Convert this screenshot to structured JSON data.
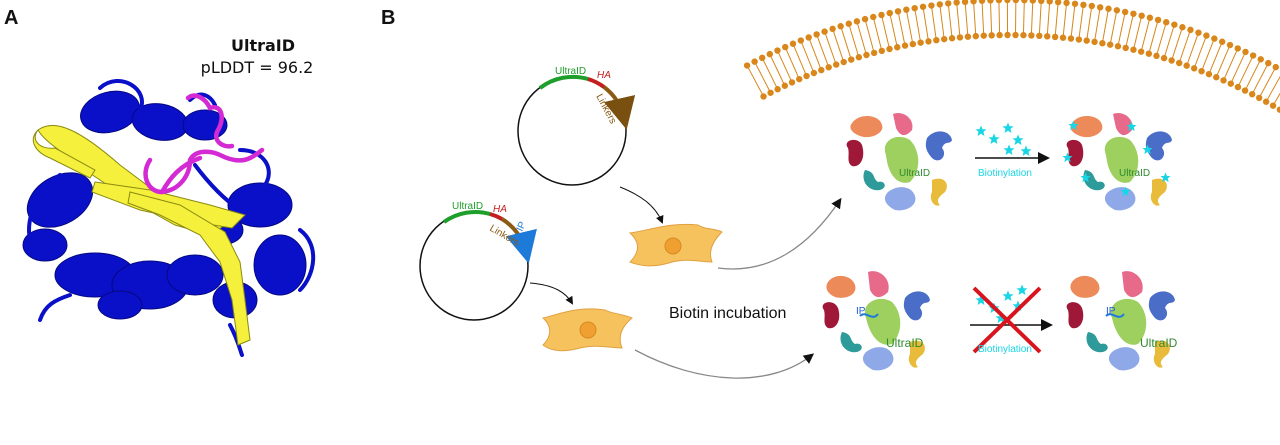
{
  "panel_a": {
    "letter": "A",
    "title": "UltraID",
    "subtitle": "pLDDT = 96.2"
  },
  "panel_b": {
    "letter": "B",
    "plasmid_top": {
      "ultraid": "UltraID",
      "ha": "HA",
      "linkers": "Linkers"
    },
    "plasmid_bottom": {
      "ultraid": "UltraID",
      "ha": "HA",
      "linkers": "Linkers",
      "ip": "IP"
    },
    "incubation_label": "Biotin incubation",
    "top_row": {
      "enzyme": "UltraID",
      "arrow_label": "Biotinylation",
      "enzyme_after": "UltraID"
    },
    "bottom_row": {
      "ip": "IP",
      "enzyme": "UltraID",
      "arrow_label": "Biotinylation",
      "ip_after": "IP",
      "enzyme_after": "UltraID"
    }
  },
  "colors": {
    "helix_blue": "#0a10c8",
    "sheet_yellow": "#f5f03c",
    "loop_magenta": "#d42ad4",
    "membrane": "#d9861a",
    "cell": "#f6c25e",
    "ultraid_green": "#1e9e2a",
    "ha_red": "#c41e1e",
    "linker_brown": "#8b5a14",
    "ip_blue": "#1e7ad8",
    "biotin_cyan": "#18d6e6",
    "cross_red": "#d8151e"
  }
}
